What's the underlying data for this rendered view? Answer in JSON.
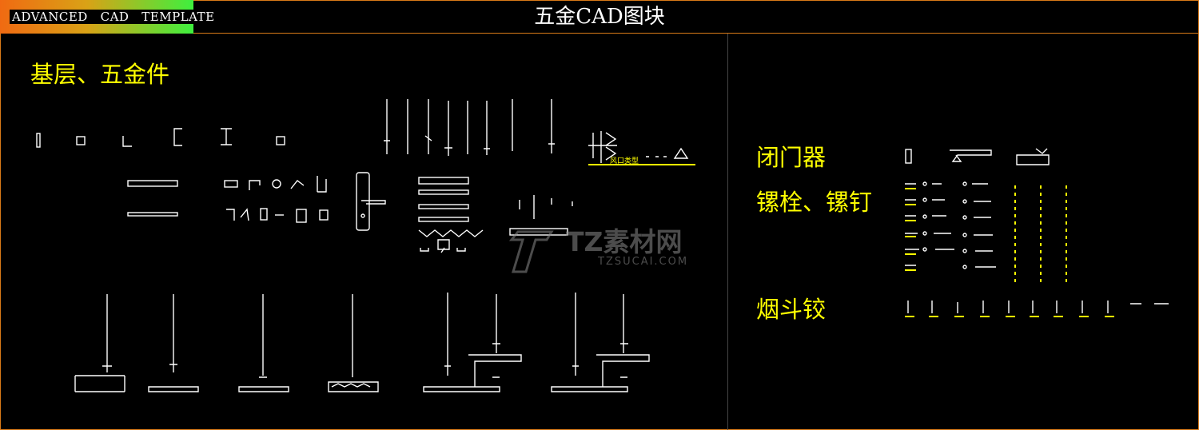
{
  "header": {
    "logo_text": "ADVANCED   CAD   TEMPLATE",
    "title": "五金CAD图块"
  },
  "sections": {
    "base_hardware": "基层、五金件",
    "door_closer": "闭门器",
    "bolts_nails": "镙栓、镙钉",
    "chimney_hinge": "烟斗铰"
  },
  "annotations": {
    "vent_type": "风口类型"
  },
  "watermark": {
    "brand": "TZ素材网",
    "url": "TZSUCAI.COM"
  },
  "colors": {
    "frame": "#d97a18",
    "label": "#ffff00",
    "linework": "#ffffff"
  }
}
